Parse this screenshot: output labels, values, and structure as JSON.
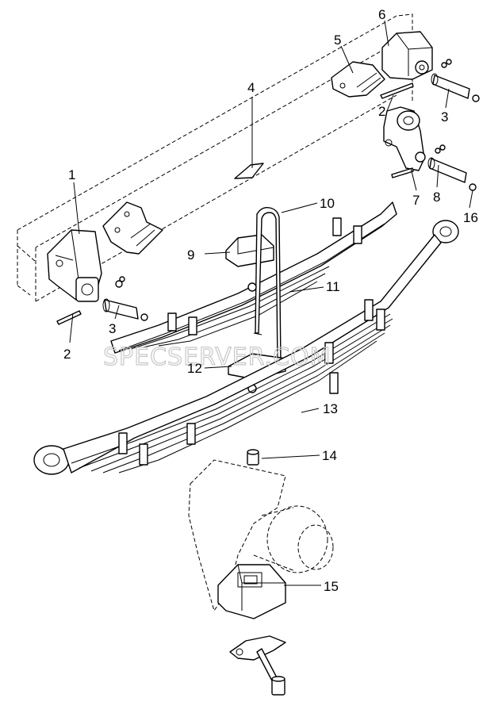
{
  "watermark": "SPECSERVER.COM",
  "callouts": [
    {
      "id": "c1",
      "text": "1"
    },
    {
      "id": "c2a",
      "text": "2"
    },
    {
      "id": "c2b",
      "text": "2"
    },
    {
      "id": "c3a",
      "text": "3"
    },
    {
      "id": "c3b",
      "text": "3"
    },
    {
      "id": "c4",
      "text": "4"
    },
    {
      "id": "c5",
      "text": "5"
    },
    {
      "id": "c6",
      "text": "6"
    },
    {
      "id": "c7",
      "text": "7"
    },
    {
      "id": "c8",
      "text": "8"
    },
    {
      "id": "c9",
      "text": "9"
    },
    {
      "id": "c10",
      "text": "10"
    },
    {
      "id": "c11",
      "text": "11"
    },
    {
      "id": "c12",
      "text": "12"
    },
    {
      "id": "c13",
      "text": "13"
    },
    {
      "id": "c14",
      "text": "14"
    },
    {
      "id": "c15",
      "text": "15"
    },
    {
      "id": "c16",
      "text": "16"
    }
  ]
}
